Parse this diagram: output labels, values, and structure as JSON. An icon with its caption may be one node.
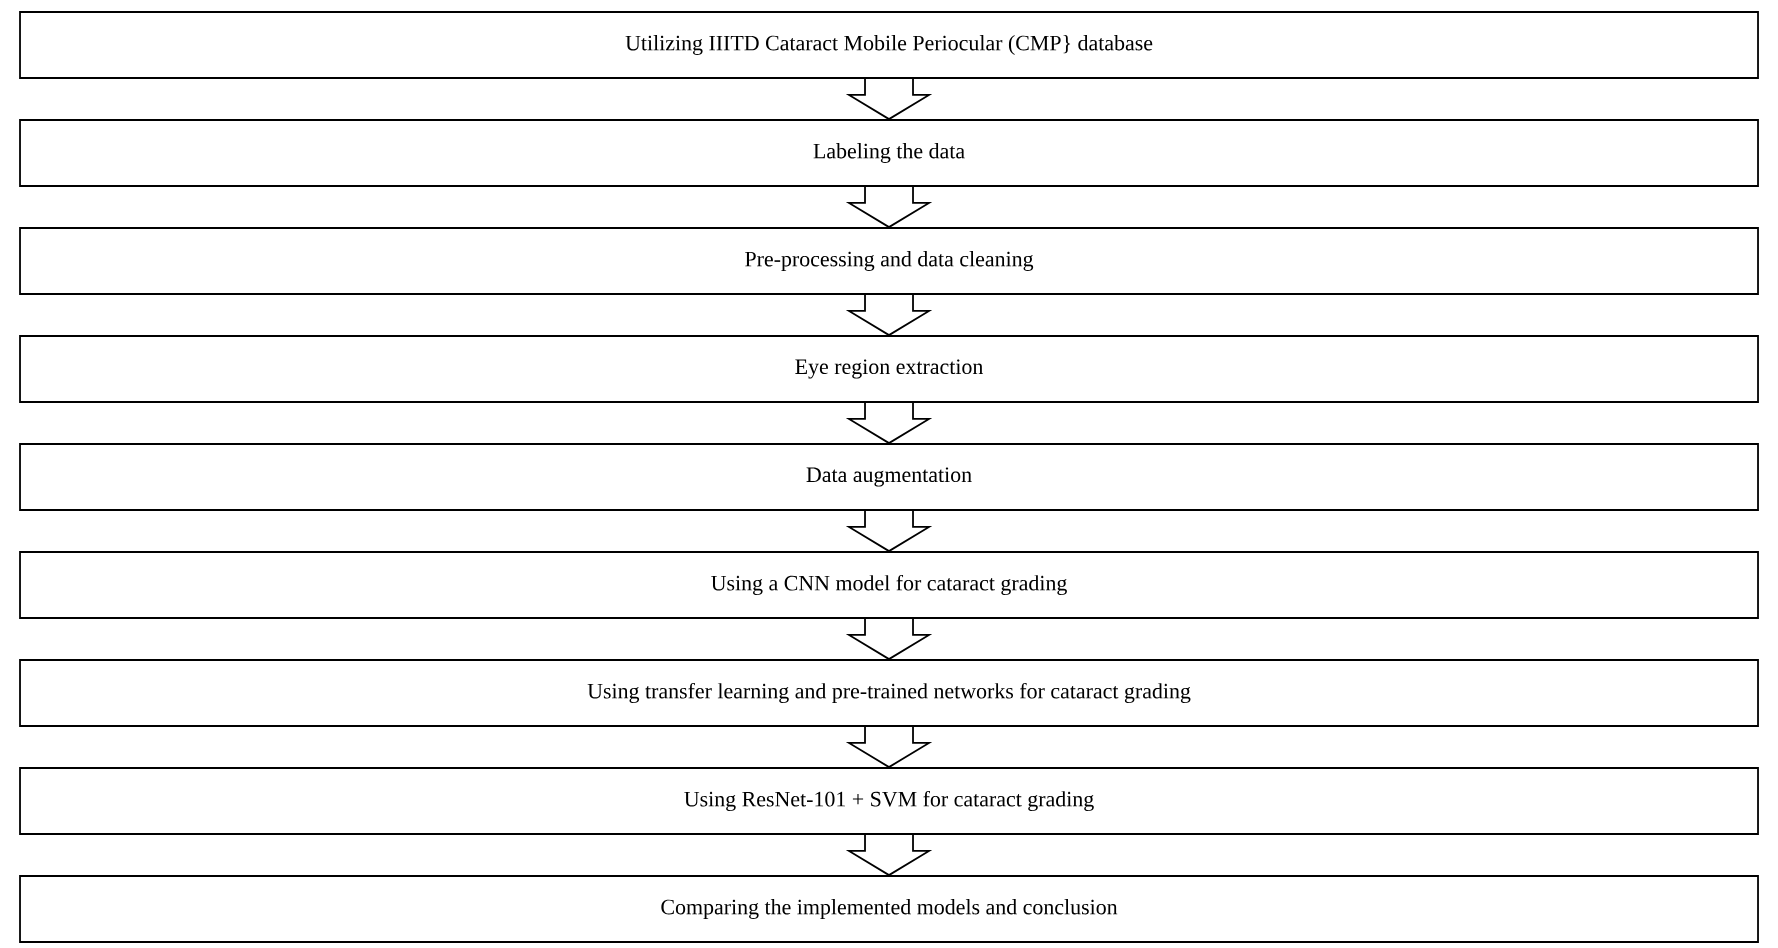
{
  "diagram": {
    "nodes": [
      {
        "text": [
          "Utilizing IIITD Cataract Mobile Periocular (CMP} database"
        ]
      },
      {
        "text": [
          "Labeling the data"
        ]
      },
      {
        "text": [
          "Pre-processing and data cleaning"
        ]
      },
      {
        "text": [
          "Eye region extraction"
        ]
      },
      {
        "text": [
          "Data augmentation"
        ]
      },
      {
        "text": [
          "Using a CNN model for cataract grading"
        ]
      },
      {
        "text": [
          "Using transfer learning and pre-trained networks for cataract grading"
        ]
      },
      {
        "text": [
          "Using ResNet-101 + SVM for cataract grading"
        ]
      },
      {
        "text": [
          "Comparing the implemented models and conclusion"
        ]
      }
    ],
    "edges": [
      {
        "from": 0,
        "to": 1,
        "arrow": "to"
      },
      {
        "from": 1,
        "to": 2,
        "arrow": "to"
      },
      {
        "from": 2,
        "to": 3,
        "arrow": "to"
      },
      {
        "from": 3,
        "to": 4,
        "arrow": "to"
      },
      {
        "from": 4,
        "to": 5,
        "arrow": "to"
      },
      {
        "from": 5,
        "to": 6,
        "arrow": "to"
      },
      {
        "from": 6,
        "to": 7,
        "arrow": "to"
      },
      {
        "from": 7,
        "to": 8,
        "arrow": "to"
      }
    ]
  }
}
